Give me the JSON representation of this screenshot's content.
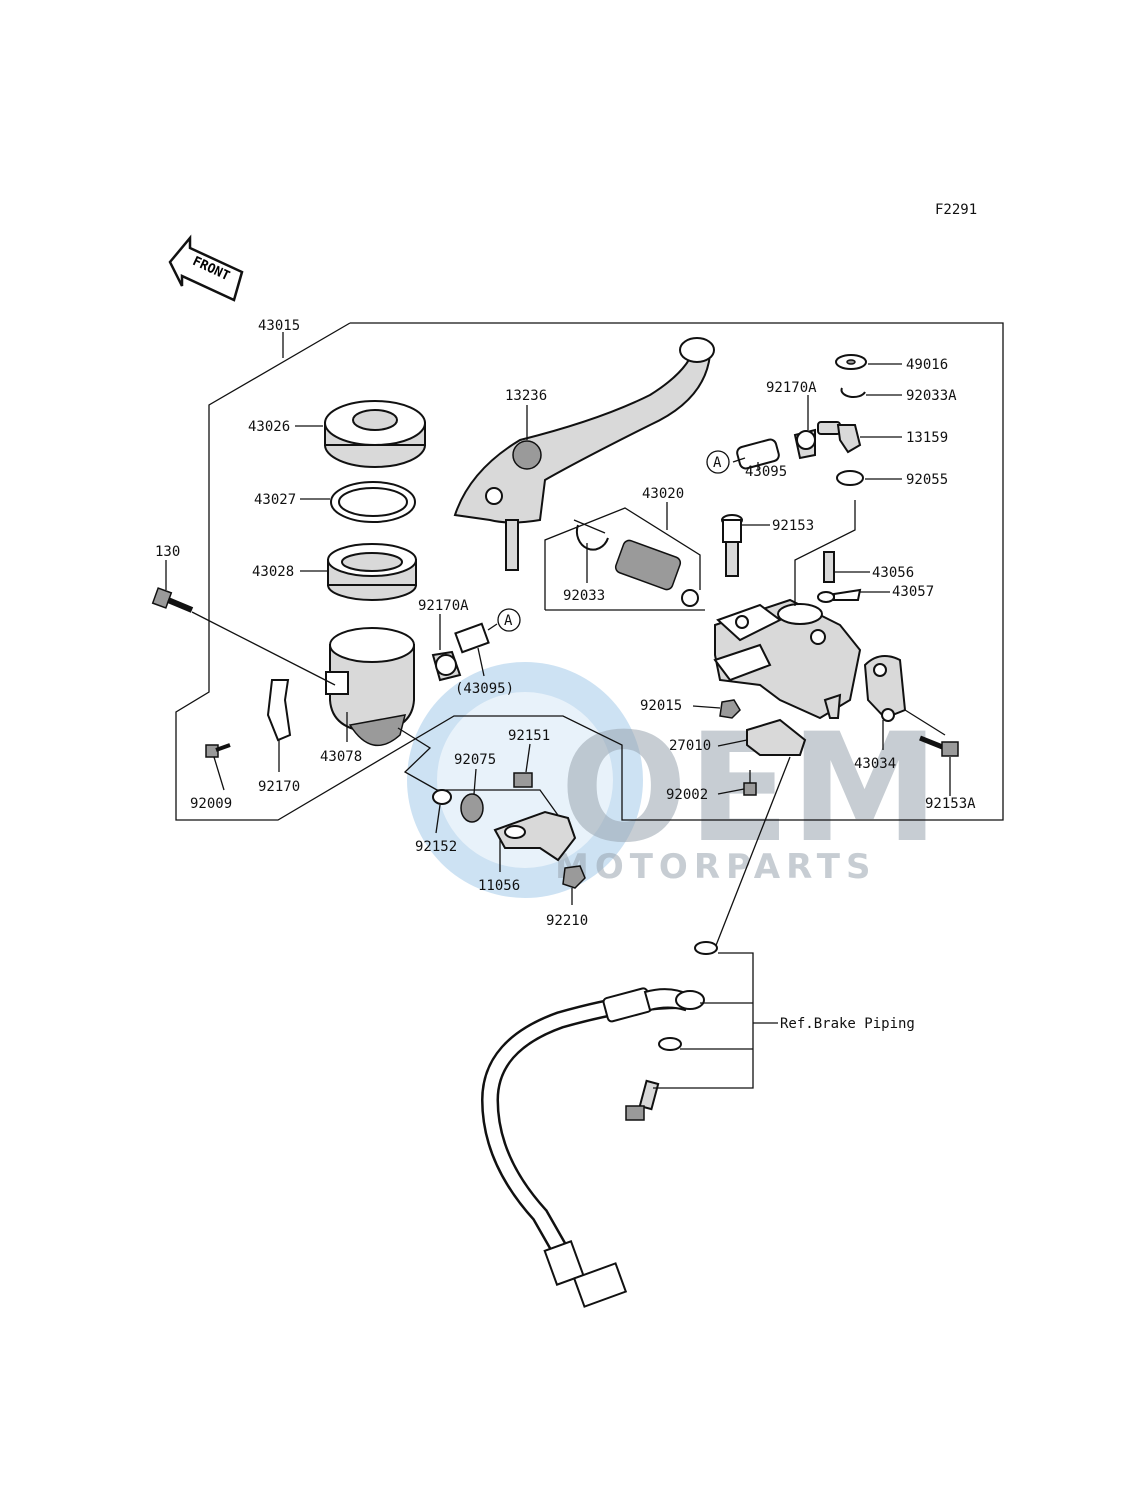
{
  "diagram_code": "F2291",
  "front_label": "FRONT",
  "ref_label": "Ref.Brake Piping",
  "watermark": {
    "brand": "OEM",
    "sub": "MOTORPARTS"
  },
  "ref_marker": "A",
  "parts": {
    "p43015": "43015",
    "p43026": "43026",
    "p43027": "43027",
    "p43028": "43028",
    "p130": "130",
    "p43078": "43078",
    "p92009": "92009",
    "p92170": "92170",
    "p92170A_left": "92170A",
    "p43095_ref": "(43095)",
    "p13236": "13236",
    "p43020": "43020",
    "p92033": "92033",
    "p92153": "92153",
    "p92170A_right": "92170A",
    "p43095": "43095",
    "p49016": "49016",
    "p92033A": "92033A",
    "p13159": "13159",
    "p92055": "92055",
    "p43056": "43056",
    "p43057": "43057",
    "p92015": "92015",
    "p27010": "27010",
    "p92002": "92002",
    "p43034": "43034",
    "p92153A": "92153A",
    "p92151": "92151",
    "p92075": "92075",
    "p92152": "92152",
    "p11056": "11056",
    "p92210": "92210"
  }
}
